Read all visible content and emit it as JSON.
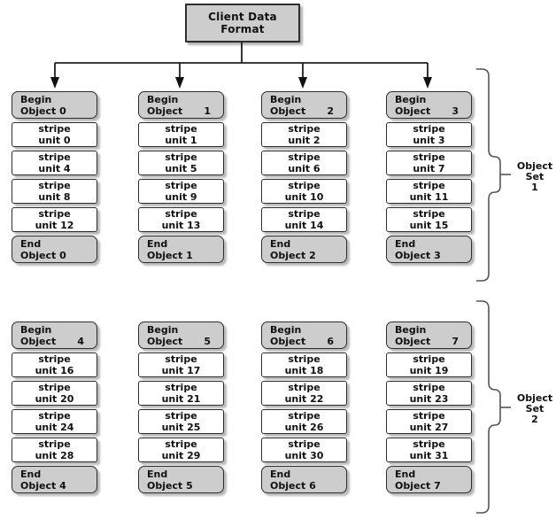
{
  "title": {
    "line1": "Client Data",
    "line2": "Format"
  },
  "colors": {
    "box_fill": "#cdcdcd",
    "stripe_fill": "#ffffff",
    "border": "#2e2e2e",
    "line": "#1f1f1f",
    "brace": "#555555"
  },
  "sets": [
    {
      "label": {
        "line1": "Object",
        "line2": "Set",
        "line3": "1"
      },
      "columns": [
        {
          "begin_l1": "Begin",
          "begin_l2a": "Object 0",
          "begin_l2b": "",
          "stripes": [
            {
              "l1": "stripe",
              "l2": "unit 0"
            },
            {
              "l1": "stripe",
              "l2": "unit 4"
            },
            {
              "l1": "stripe",
              "l2": "unit 8"
            },
            {
              "l1": "stripe",
              "l2": "unit 12"
            }
          ],
          "end_l1": "End",
          "end_l2": "Object 0"
        },
        {
          "begin_l1": "Begin",
          "begin_l2a": "Object",
          "begin_l2b": "1",
          "stripes": [
            {
              "l1": "stripe",
              "l2": "unit 1"
            },
            {
              "l1": "stripe",
              "l2": "unit 5"
            },
            {
              "l1": "stripe",
              "l2": "unit 9"
            },
            {
              "l1": "stripe",
              "l2": "unit 13"
            }
          ],
          "end_l1": "End",
          "end_l2": "Object 1"
        },
        {
          "begin_l1": "Begin",
          "begin_l2a": "Object",
          "begin_l2b": "2",
          "stripes": [
            {
              "l1": "stripe",
              "l2": "unit 2"
            },
            {
              "l1": "stripe",
              "l2": "unit 6"
            },
            {
              "l1": "stripe",
              "l2": "unit 10"
            },
            {
              "l1": "stripe",
              "l2": "unit 14"
            }
          ],
          "end_l1": "End",
          "end_l2": "Object 2"
        },
        {
          "begin_l1": "Begin",
          "begin_l2a": "Object",
          "begin_l2b": "3",
          "stripes": [
            {
              "l1": "stripe",
              "l2": "unit 3"
            },
            {
              "l1": "stripe",
              "l2": "unit 7"
            },
            {
              "l1": "stripe",
              "l2": "unit 11"
            },
            {
              "l1": "stripe",
              "l2": "unit 15"
            }
          ],
          "end_l1": "End",
          "end_l2": "Object 3"
        }
      ]
    },
    {
      "label": {
        "line1": "Object",
        "line2": "Set",
        "line3": "2"
      },
      "columns": [
        {
          "begin_l1": "Begin",
          "begin_l2a": "Object",
          "begin_l2b": "4",
          "stripes": [
            {
              "l1": "stripe",
              "l2": "unit 16"
            },
            {
              "l1": "stripe",
              "l2": "unit 20"
            },
            {
              "l1": "stripe",
              "l2": "unit 24"
            },
            {
              "l1": "stripe",
              "l2": "unit 28"
            }
          ],
          "end_l1": "End",
          "end_l2": "Object 4"
        },
        {
          "begin_l1": "Begin",
          "begin_l2a": "Object",
          "begin_l2b": "5",
          "stripes": [
            {
              "l1": "stripe",
              "l2": "unit 17"
            },
            {
              "l1": "stripe",
              "l2": "unit 21"
            },
            {
              "l1": "stripe",
              "l2": "unit 25"
            },
            {
              "l1": "stripe",
              "l2": "unit 29"
            }
          ],
          "end_l1": "End",
          "end_l2": "Object 5"
        },
        {
          "begin_l1": "Begin",
          "begin_l2a": "Object",
          "begin_l2b": "6",
          "stripes": [
            {
              "l1": "stripe",
              "l2": "unit 18"
            },
            {
              "l1": "stripe",
              "l2": "unit 22"
            },
            {
              "l1": "stripe",
              "l2": "unit 26"
            },
            {
              "l1": "stripe",
              "l2": "unit 30"
            }
          ],
          "end_l1": "End",
          "end_l2": "Object 6"
        },
        {
          "begin_l1": "Begin",
          "begin_l2a": "Object",
          "begin_l2b": "7",
          "stripes": [
            {
              "l1": "stripe",
              "l2": "unit 19"
            },
            {
              "l1": "stripe",
              "l2": "unit 23"
            },
            {
              "l1": "stripe",
              "l2": "unit 27"
            },
            {
              "l1": "stripe",
              "l2": "unit 31"
            }
          ],
          "end_l1": "End",
          "end_l2": "Object 7"
        }
      ]
    }
  ]
}
